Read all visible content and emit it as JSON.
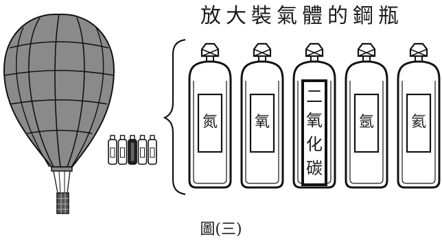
{
  "title": "放大裝氣體的鋼瓶",
  "caption": "圖(三)",
  "cylinders": [
    {
      "label": "氮",
      "highlighted": false
    },
    {
      "label": "氧",
      "highlighted": false
    },
    {
      "label": "二氧化碳",
      "highlighted": true
    },
    {
      "label": "氬",
      "highlighted": false
    },
    {
      "label": "氦",
      "highlighted": false
    }
  ],
  "colors": {
    "balloon": "#8a8a8a",
    "line": "#111111",
    "background": "#ffffff"
  }
}
